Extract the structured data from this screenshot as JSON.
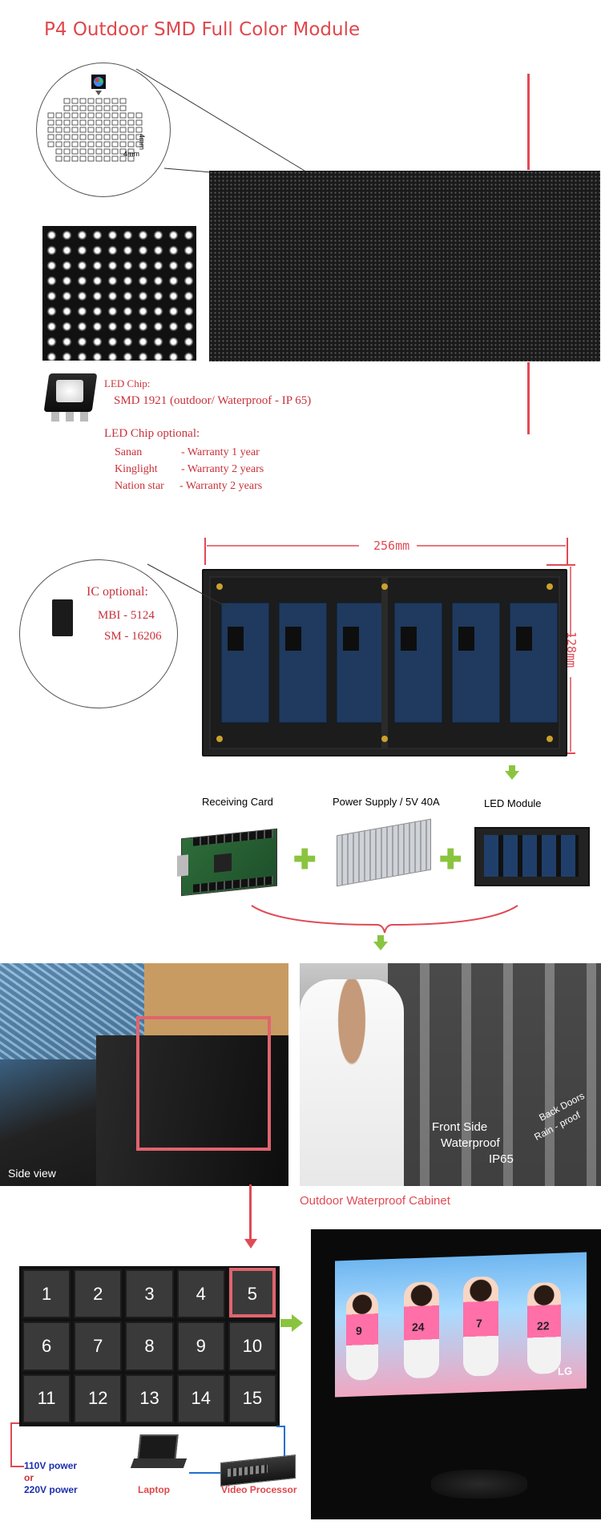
{
  "title": "P4 Outdoor SMD Full Color Module",
  "pixel_pitch": {
    "h": "4mm",
    "v": "4mm"
  },
  "led_chip": {
    "heading": "LED Chip:",
    "value": "SMD 1921  (outdoor/ Waterproof - IP 65)",
    "optional_heading": "LED Chip optional:",
    "options": [
      {
        "brand": "Sanan",
        "warranty": "- Warranty 1 year"
      },
      {
        "brand": "Kinglight",
        "warranty": "- Warranty 2 years"
      },
      {
        "brand": "Nation star",
        "warranty": "- Warranty 2 years"
      }
    ]
  },
  "ic": {
    "heading": "IC optional:",
    "options": [
      "MBI - 5124",
      "SM - 16206"
    ]
  },
  "dimensions": {
    "width": "256mm",
    "height": "128mm"
  },
  "components": [
    {
      "label": "Receiving Card"
    },
    {
      "label": "Power Supply / 5V 40A"
    },
    {
      "label": "LED Module"
    }
  ],
  "photos": {
    "side_view": "Side view",
    "front_side": [
      "Front Side",
      "Waterproof",
      "IP65"
    ],
    "back_doors": [
      "Back Doors",
      "Rain - proof"
    ],
    "cabinet_caption": "Outdoor Waterproof Cabinet"
  },
  "grid_cells": [
    "1",
    "2",
    "3",
    "4",
    "5",
    "6",
    "7",
    "8",
    "9",
    "10",
    "11",
    "12",
    "13",
    "14",
    "15"
  ],
  "power": [
    "110V power",
    "or",
    "220V power"
  ],
  "devices": {
    "laptop": "Laptop",
    "video_processor": "Video Processor"
  },
  "screen": {
    "brand": "LG",
    "jerseys": [
      "9",
      "24",
      "7",
      "22"
    ]
  },
  "colors": {
    "accent_red": "#e0474c",
    "accent_green": "#8ac43f",
    "power_blue": "#1a2fb0"
  }
}
